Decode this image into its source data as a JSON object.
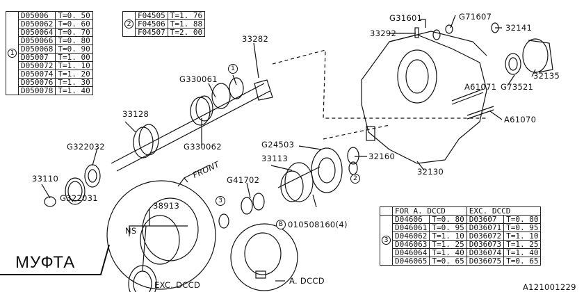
{
  "table1": {
    "marker": "1",
    "rows": [
      [
        "D05006",
        "T=0. 50"
      ],
      [
        "D050062",
        "T=0. 60"
      ],
      [
        "D050064",
        "T=0. 70"
      ],
      [
        "D050066",
        "T=0. 80"
      ],
      [
        "D050068",
        "T=0. 90"
      ],
      [
        "D05007",
        "T=1. 00"
      ],
      [
        "D050072",
        "T=1. 10"
      ],
      [
        "D050074",
        "T=1. 20"
      ],
      [
        "D050076",
        "T=1. 30"
      ],
      [
        "D050078",
        "T=1. 40"
      ]
    ]
  },
  "table2": {
    "marker": "2",
    "rows": [
      [
        "F04505",
        "T=1. 76"
      ],
      [
        "F04506",
        "T=1. 88"
      ],
      [
        "F04507",
        "T=2. 00"
      ]
    ]
  },
  "table3": {
    "marker": "3",
    "header": [
      "FOR A. DCCD",
      "EXC. DCCD"
    ],
    "rows": [
      [
        "D04606",
        "T=0. 80",
        "D03607",
        "T=0. 80"
      ],
      [
        "D046061",
        "T=0. 95",
        "D036071",
        "T=0. 95"
      ],
      [
        "D046062",
        "T=1. 10",
        "D036072",
        "T=1. 10"
      ],
      [
        "D046063",
        "T=1. 25",
        "D036073",
        "T=1. 25"
      ],
      [
        "D046064",
        "T=1. 40",
        "D036074",
        "T=1. 40"
      ],
      [
        "D046065",
        "T=0. 65",
        "D036075",
        "T=0. 65"
      ]
    ]
  },
  "labels": {
    "g31601": "G31601",
    "g71607": "G71607",
    "p33292": "33292",
    "p32141": "32141",
    "p33282": "33282",
    "g330061": "G330061",
    "a61071": "A61071",
    "g73521": "G73521",
    "p32135": "32135",
    "a61070": "A61070",
    "p33128": "33128",
    "g322032": "G322032",
    "g330062": "G330062",
    "g24503": "G24503",
    "p32160": "32160",
    "p33113": "33113",
    "p32130": "32130",
    "p33110": "33110",
    "g41702": "G41702",
    "front": "FRONT",
    "g322031": "G322031",
    "p38913": "38913",
    "b_bolt": "010508160(4)",
    "b_marker": "B",
    "ns": "NS",
    "exc_dccd": "EXC. DCCD",
    "a_dccd": "A. DCCD",
    "drawing_no": "A121001229",
    "callout1": "1",
    "callout2": "2",
    "callout3": "3"
  },
  "annotation": "МУФТА"
}
